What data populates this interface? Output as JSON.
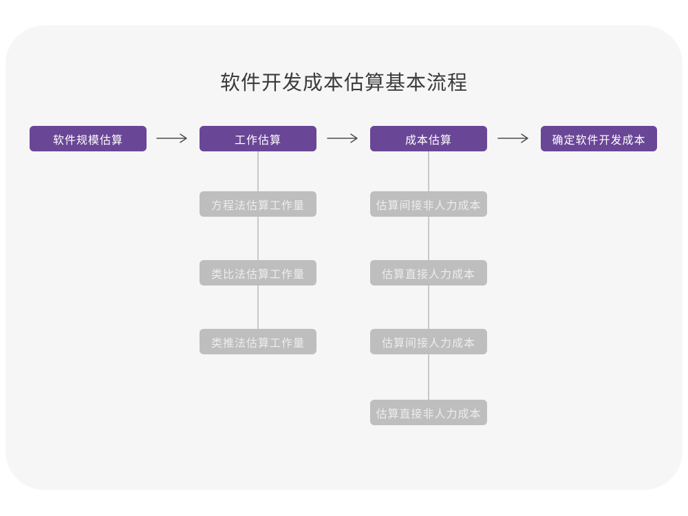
{
  "page": {
    "title": "软件开发成本估算基本流程"
  },
  "colors": {
    "card_background": "#f6f6f6",
    "page_background": "#ffffff",
    "step_node_purple": "#6a4696",
    "step_node_text": "#ffffff",
    "sub_node_gray": "#bebebe",
    "sub_node_text": "#ededed",
    "connector_line": "#c8c8c8",
    "arrow_stroke": "#4a4a4a",
    "title_text": "#3c3c3c"
  },
  "flow": {
    "steps": [
      {
        "label": "软件规模估算"
      },
      {
        "label": "工作估算"
      },
      {
        "label": "成本估算"
      },
      {
        "label": "确定软件开发成本"
      }
    ],
    "work_methods": [
      "方程法估算工作量",
      "类比法估算工作量",
      "类推法估算工作量"
    ],
    "cost_items": [
      "估算间接非人力成本",
      "估算直接人力成本",
      "估算间接人力成本",
      "估算直接非人力成本"
    ]
  }
}
